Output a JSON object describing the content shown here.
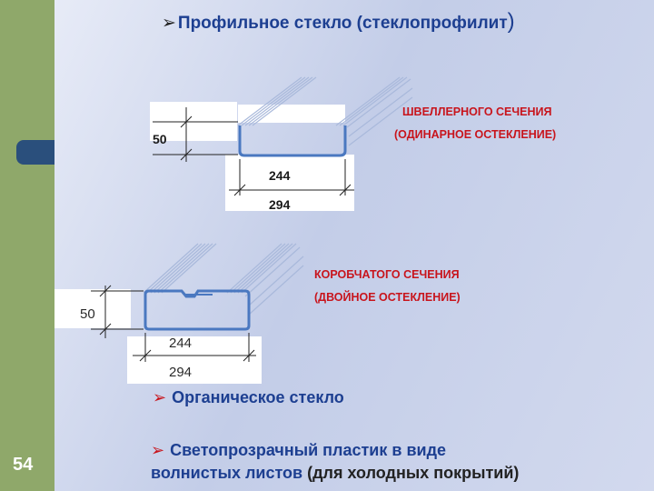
{
  "slide": {
    "title": "Профильное стекло (стеклопрофилит",
    "title_paren": ")",
    "page_number": "54"
  },
  "diagram_channel": {
    "label_line1": "ШВЕЛЛЕРНОГО СЕЧЕНИЯ",
    "label_line2": "(ОДИНАРНОЕ ОСТЕКЛЕНИЕ)",
    "dim_height": "50",
    "dim_inner_width": "244",
    "dim_outer_width": "294"
  },
  "diagram_box": {
    "label_line1": "КОРОБЧАТОГО СЕЧЕНИЯ",
    "label_line2": "(ДВОЙНОЕ ОСТЕКЛЕНИЕ)",
    "dim_height": "50",
    "dim_inner_width": "244",
    "dim_outer_width": "294"
  },
  "bullets": {
    "organic_glass": "Органическое стекло",
    "plastic_line1": "Светопрозрачный пластик в виде",
    "plastic_line2_blue": "волнистых листов",
    "plastic_line2_dark": "(для холодных покрытий)"
  },
  "colors": {
    "accent_red": "#c8141c",
    "text_blue": "#1d3f91",
    "profile_blue": "#4a78c0",
    "sidebar_green": "#8fa86a",
    "tab_navy": "#2a4f7c"
  }
}
